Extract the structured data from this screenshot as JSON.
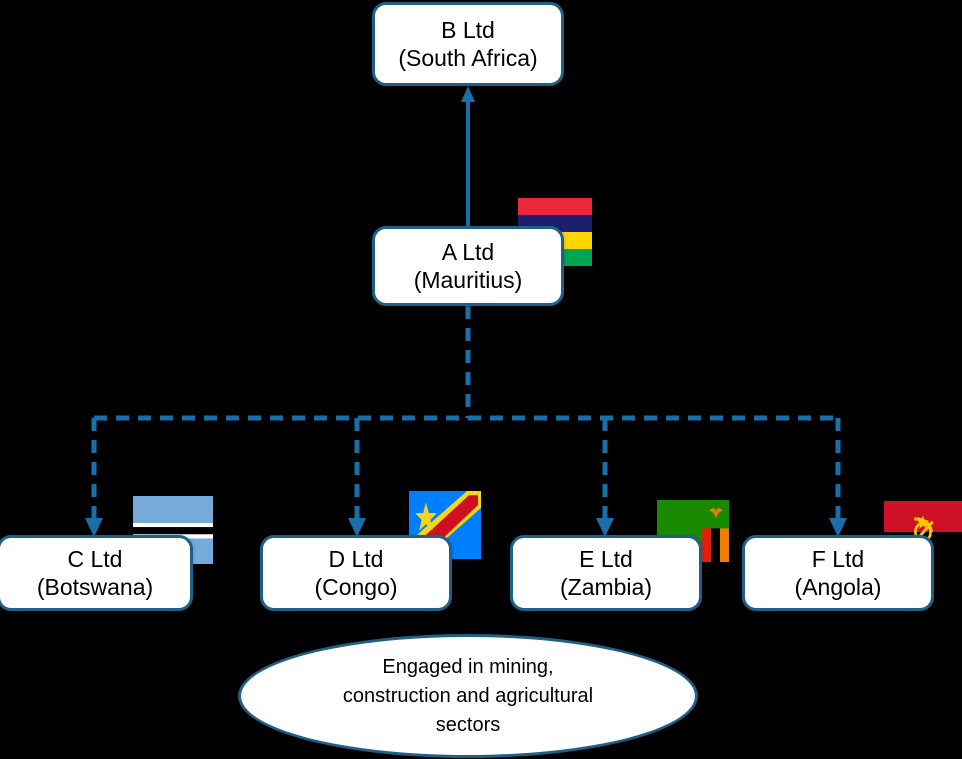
{
  "diagram": {
    "title": "Group structure chart",
    "background_color": "#000000",
    "box_fill": "#FFFFFF",
    "box_border_color": "#1F6086",
    "connector_color": "#1B6FA8",
    "text_color": "#000000"
  },
  "nodes": {
    "b": {
      "name": "B Ltd",
      "country": "(South Africa)",
      "flag": "none"
    },
    "a": {
      "name": "A Ltd",
      "country": "(Mauritius)",
      "flag": "mauritius-flag"
    },
    "c": {
      "name": "C Ltd",
      "country": "(Botswana)",
      "flag": "botswana-flag"
    },
    "d": {
      "name": "D Ltd",
      "country": "(Congo)",
      "flag": "congo-flag"
    },
    "e": {
      "name": "E Ltd",
      "country": "(Zambia)",
      "flag": "zambia-flag"
    },
    "f": {
      "name": "F Ltd",
      "country": "(Angola)",
      "flag": "angola-flag"
    }
  },
  "note": {
    "line1": "Engaged in mining,",
    "line2": "construction and agricultural",
    "line3": "sectors"
  },
  "connectors": {
    "a_to_b": {
      "style": "solid",
      "arrow": "up",
      "from": "A Ltd",
      "to": "B Ltd"
    },
    "a_to_bus": {
      "style": "dashed",
      "arrow": "none",
      "from": "A Ltd",
      "to": "distribution-bar"
    },
    "bus": {
      "style": "dashed",
      "arrow": "none",
      "label": "distribution-bar"
    },
    "bus_to_c": {
      "style": "dashed",
      "arrow": "down",
      "to": "C Ltd"
    },
    "bus_to_d": {
      "style": "dashed",
      "arrow": "down",
      "to": "D Ltd"
    },
    "bus_to_e": {
      "style": "dashed",
      "arrow": "down",
      "to": "E Ltd"
    },
    "bus_to_f": {
      "style": "dashed",
      "arrow": "down",
      "to": "F Ltd"
    }
  },
  "flag_colors": {
    "mauritius": [
      "#EA2839",
      "#1A206D",
      "#FFD500",
      "#00A551"
    ],
    "botswana": [
      "#75AADB",
      "#FFFFFF",
      "#000000"
    ],
    "congo": [
      "#007FFF",
      "#F7D618",
      "#CE1021"
    ],
    "zambia": [
      "#198A00",
      "#DE2010",
      "#000000",
      "#EF7D00"
    ],
    "angola": [
      "#CE1126",
      "#000000",
      "#FFCB00"
    ]
  }
}
